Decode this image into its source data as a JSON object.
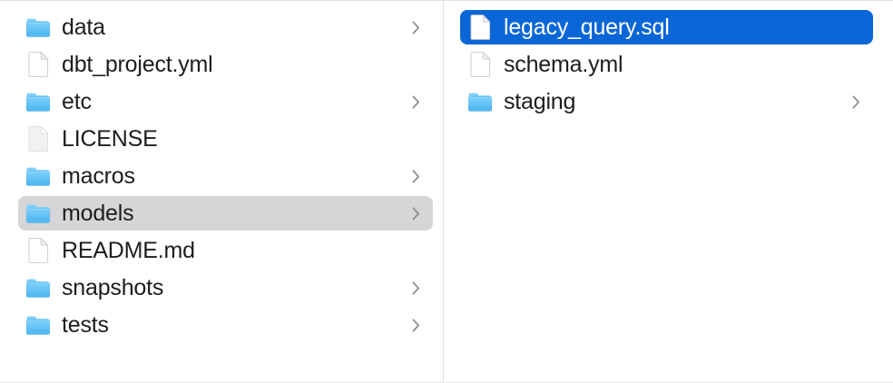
{
  "window": {
    "view_mode": "column",
    "accent_color": "#0a66d6",
    "inactive_selection_color": "#d6d6d6",
    "divider_color": "#e0e0e0",
    "folder_icon_color": "#61bff5",
    "text_color": "#1d1d1f",
    "selected_text_color": "#ffffff"
  },
  "columns": [
    {
      "name": "parent-column",
      "items": [
        {
          "label": "data",
          "kind": "folder",
          "icon": "folder-icon",
          "has_chevron": true,
          "selected": false,
          "selection_style": "none"
        },
        {
          "label": "dbt_project.yml",
          "kind": "file",
          "icon": "document-icon",
          "has_chevron": false,
          "selected": false,
          "selection_style": "none"
        },
        {
          "label": "etc",
          "kind": "folder",
          "icon": "folder-icon",
          "has_chevron": true,
          "selected": false,
          "selection_style": "none"
        },
        {
          "label": "LICENSE",
          "kind": "file-generic",
          "icon": "plain-document-icon",
          "has_chevron": false,
          "selected": false,
          "selection_style": "none"
        },
        {
          "label": "macros",
          "kind": "folder",
          "icon": "folder-icon",
          "has_chevron": true,
          "selected": false,
          "selection_style": "none"
        },
        {
          "label": "models",
          "kind": "folder",
          "icon": "folder-icon",
          "has_chevron": true,
          "selected": true,
          "selection_style": "inactive"
        },
        {
          "label": "README.md",
          "kind": "file",
          "icon": "document-icon",
          "has_chevron": false,
          "selected": false,
          "selection_style": "none"
        },
        {
          "label": "snapshots",
          "kind": "folder",
          "icon": "folder-icon",
          "has_chevron": true,
          "selected": false,
          "selection_style": "none"
        },
        {
          "label": "tests",
          "kind": "folder",
          "icon": "folder-icon",
          "has_chevron": true,
          "selected": false,
          "selection_style": "none"
        }
      ]
    },
    {
      "name": "child-column",
      "items": [
        {
          "label": "legacy_query.sql",
          "kind": "file",
          "icon": "document-icon",
          "has_chevron": false,
          "selected": true,
          "selection_style": "active"
        },
        {
          "label": "schema.yml",
          "kind": "file",
          "icon": "document-icon",
          "has_chevron": false,
          "selected": false,
          "selection_style": "none"
        },
        {
          "label": "staging",
          "kind": "folder",
          "icon": "folder-icon",
          "has_chevron": true,
          "selected": false,
          "selection_style": "none"
        }
      ]
    }
  ]
}
